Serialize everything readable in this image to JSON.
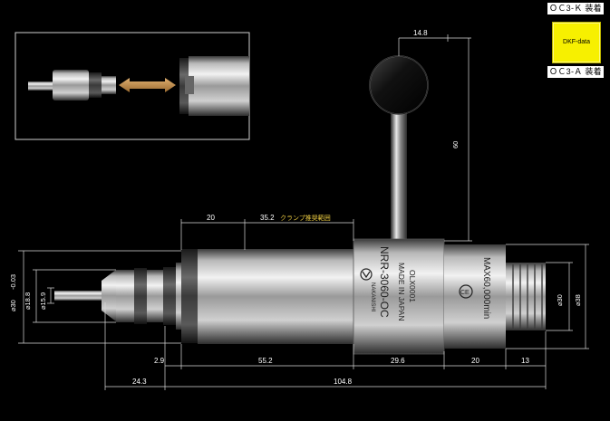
{
  "labels": {
    "oc3k": "ＯＣ3-Ｋ 装着",
    "oc3a": "ＯＣ3-Ａ 装着",
    "dkf_button": "DKF-data"
  },
  "dimensions": {
    "top_14_8": "14.8",
    "height_60": "60",
    "d20_top": "20",
    "d35_2": "35.2",
    "clamp_note": "クランプ推奨範囲",
    "d2_9": "2.9",
    "d55_2": "55.2",
    "d29_6": "29.6",
    "d20_bottom": "20",
    "d13": "13",
    "d24_3": "24.3",
    "d104_8": "104.8",
    "dia_30": "⌀30",
    "dia_30_tol": "-0.03",
    "dia_18_8": "⌀18.8",
    "dia_15_9": "⌀15.9",
    "dia_30_right": "⌀30",
    "dia_38": "⌀38"
  },
  "engraving": {
    "brand": "NAKANISHI",
    "model": "NRR-3060-OC",
    "origin": "MADE IN JAPAN",
    "serial": "OLX0001",
    "speed": "MAX60,000min",
    "ce": "CE"
  },
  "colors": {
    "background": "#000000",
    "button": "#f7f000",
    "note": "#e8c840",
    "arrow": "#c8964a"
  }
}
